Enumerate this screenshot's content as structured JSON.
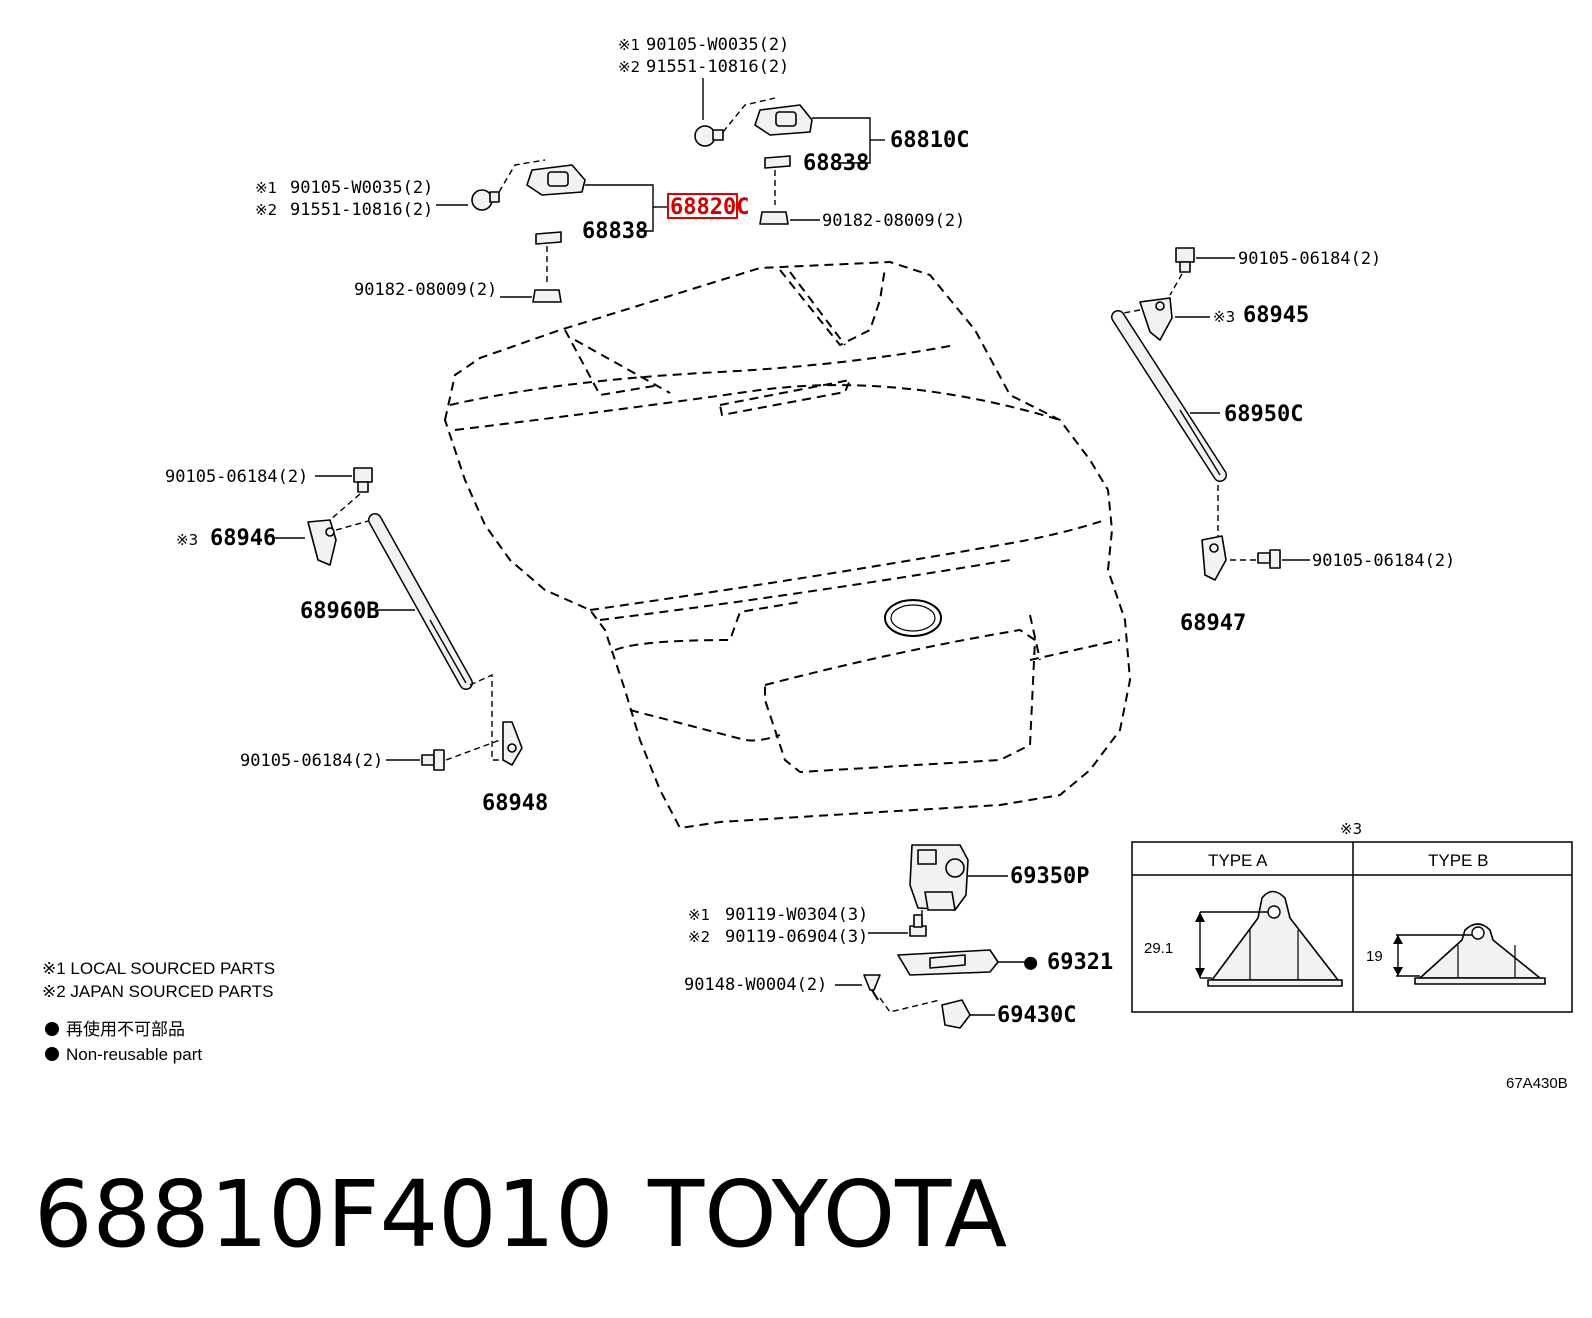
{
  "parts": {
    "hinge_right": {
      "bolt_local": "90105-W0035(2)",
      "bolt_japan": "91551-10816(2)",
      "hinge_no": "68810C",
      "shim": "68838",
      "nut": "90182-08009(2)"
    },
    "hinge_left": {
      "bolt_local": "90105-W0035(2)",
      "bolt_japan": "91551-10816(2)",
      "hinge_no": "68820C",
      "shim": "68838",
      "nut": "90182-08009(2)"
    },
    "stay_right": {
      "bolt_upper": "90105-06184(2)",
      "bracket_upper": "68945",
      "stay": "68950C",
      "bolt_lower": "90105-06184(2)",
      "bracket_lower": "68947"
    },
    "stay_left": {
      "bolt_upper": "90105-06184(2)",
      "bracket_upper": "68946",
      "stay": "68960B",
      "bolt_lower": "90105-06184(2)",
      "bracket_lower": "68948"
    },
    "lock": {
      "lock_assy": "69350P",
      "bolt_local": "90119-W0304(3)",
      "bolt_japan": "90119-06904(3)",
      "striker": "69321",
      "screw": "90148-W0004(2)",
      "switch": "69430C"
    }
  },
  "marks": {
    "m1": "※1",
    "m2": "※2",
    "m3": "※3",
    "dot": "●"
  },
  "legend": {
    "local": "※1  LOCAL SOURCED PARTS",
    "japan": "※2  JAPAN SOURCED PARTS",
    "nonreuse_jp": "再使用不可部品",
    "nonreuse_en": "Non-reusable part"
  },
  "type_table": {
    "ref": "※3",
    "type_a": "TYPE A",
    "type_b": "TYPE B",
    "dim_a": "29.1",
    "dim_b": "19"
  },
  "diagram_code": "67A430B",
  "footer": {
    "part_number": "68810F4010",
    "brand": "TOYOTA"
  }
}
